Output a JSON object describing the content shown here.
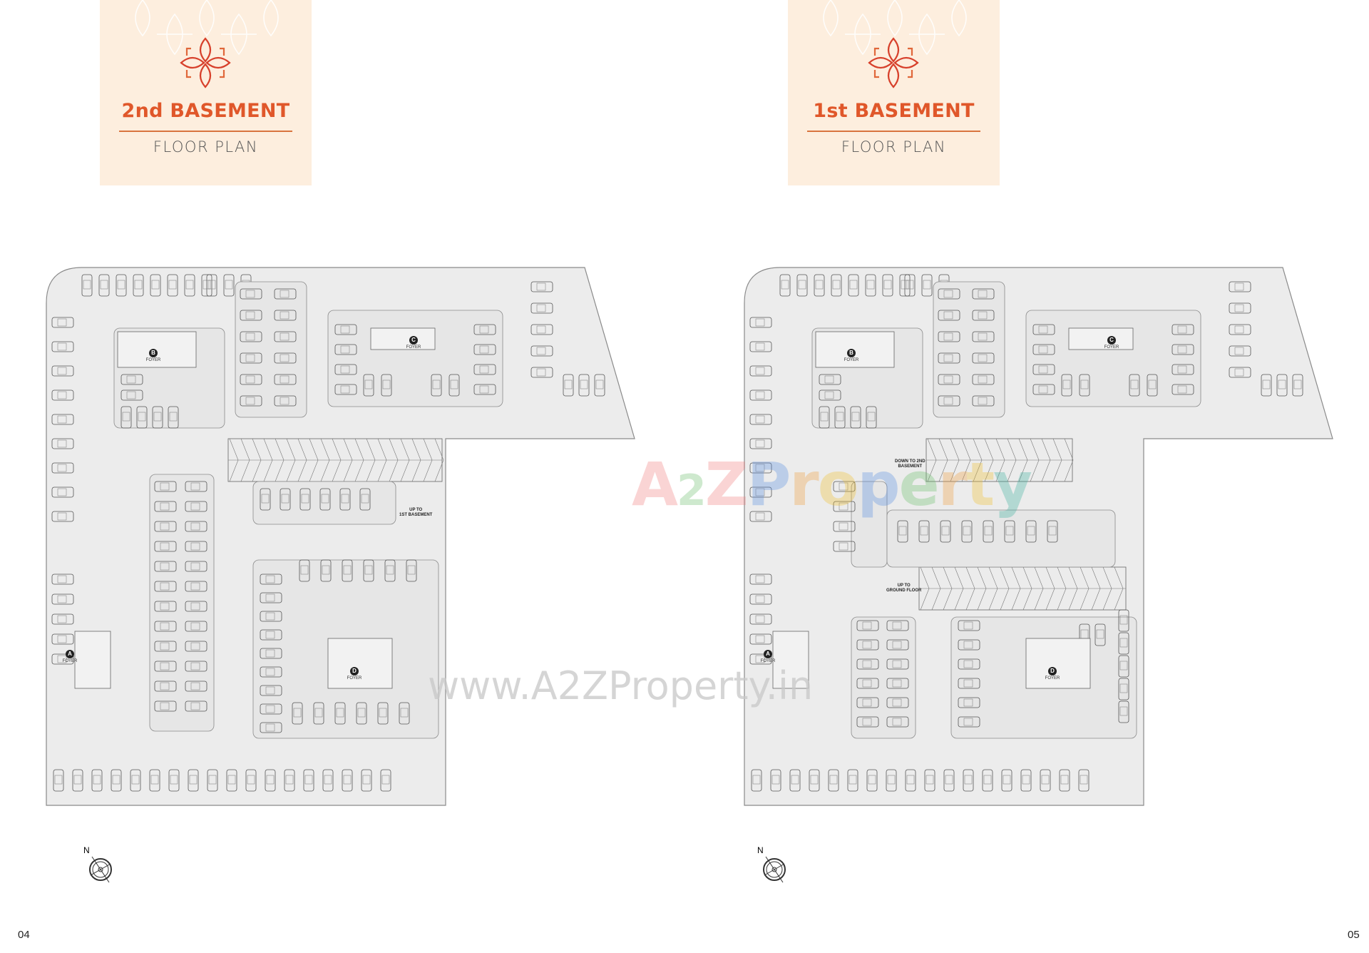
{
  "pages": [
    {
      "title": "2nd BASEMENT",
      "subtitle": "FLOOR PLAN",
      "page_number": "04",
      "plan_labels": [
        "UP TO\n1ST BASEMENT"
      ],
      "foyers": [
        {
          "letter": "B",
          "label": "FOYER"
        },
        {
          "letter": "C",
          "label": "FOYER"
        },
        {
          "letter": "A",
          "label": "FOYER"
        },
        {
          "letter": "D",
          "label": "FOYER"
        }
      ],
      "compass_label": "N"
    },
    {
      "title": "1st BASEMENT",
      "subtitle": "FLOOR PLAN",
      "page_number": "05",
      "plan_labels": [
        "DOWN TO 2ND\nBASEMENT",
        "UP TO\nGROUND FLOOR"
      ],
      "foyers": [
        {
          "letter": "B",
          "label": "FOYER"
        },
        {
          "letter": "C",
          "label": "FOYER"
        },
        {
          "letter": "A",
          "label": "FOYER"
        },
        {
          "letter": "D",
          "label": "FOYER"
        }
      ],
      "compass_label": "N"
    }
  ],
  "watermark": {
    "logo_letters": [
      "A",
      "2",
      "Z",
      "P",
      "r",
      "o",
      "p",
      "e",
      "r",
      "t",
      "y"
    ],
    "url": "www.A2ZProperty.in"
  },
  "colors": {
    "header_bg": "#fdeede",
    "title": "#e0572a",
    "plan_fill": "#ececec",
    "plan_line": "#8a8a8a"
  }
}
